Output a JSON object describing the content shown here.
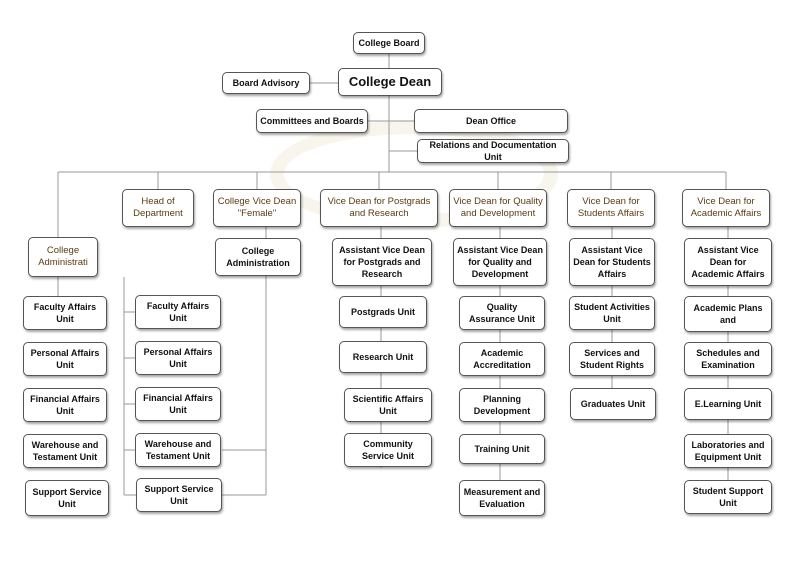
{
  "top": {
    "board": "College Board",
    "dean": "College Dean",
    "advisory": "Board Advisory",
    "committees": "Committees and Boards",
    "dean_office": "Dean Office",
    "relations": "Relations and Documentation Unit"
  },
  "columns": [
    {
      "head": "College Administrati",
      "units": [
        "Faculty Affairs Unit",
        "Personal Affairs Unit",
        "Financial Affairs Unit",
        "Warehouse and Testament Unit",
        "Support Service Unit"
      ]
    },
    {
      "head": "Head of Department",
      "units": [
        "Faculty Affairs Unit",
        "Personal Affairs Unit",
        "Financial Affairs Unit",
        "Warehouse and Testament Unit",
        "Support Service Unit"
      ]
    },
    {
      "head": "College Vice Dean \"Female\"",
      "units": [
        "College Administration"
      ]
    },
    {
      "head": "Vice Dean for Postgrads and Research",
      "units": [
        "Assistant Vice Dean for Postgrads and Research",
        "Postgrads Unit",
        "Research Unit",
        "Scientific Affairs Unit",
        "Community Service Unit"
      ]
    },
    {
      "head": "Vice Dean for Quality and Development",
      "units": [
        "Assistant Vice Dean for Quality and Development",
        "Quality Assurance Unit",
        "Academic Accreditation",
        "Planning Development",
        "Training Unit",
        "Measurement and Evaluation"
      ]
    },
    {
      "head": "Vice Dean for Students Affairs",
      "units": [
        "Assistant Vice Dean for Students Affairs",
        "Student Activities Unit",
        "Services and Student Rights",
        "Graduates Unit"
      ]
    },
    {
      "head": "Vice Dean for Academic Affairs",
      "units": [
        "Assistant Vice Dean for Academic Affairs",
        "Academic Plans and",
        "Schedules and Examination",
        "E.Learning Unit",
        "Laboratories and Equipment Unit",
        "Student Support Unit"
      ]
    }
  ]
}
